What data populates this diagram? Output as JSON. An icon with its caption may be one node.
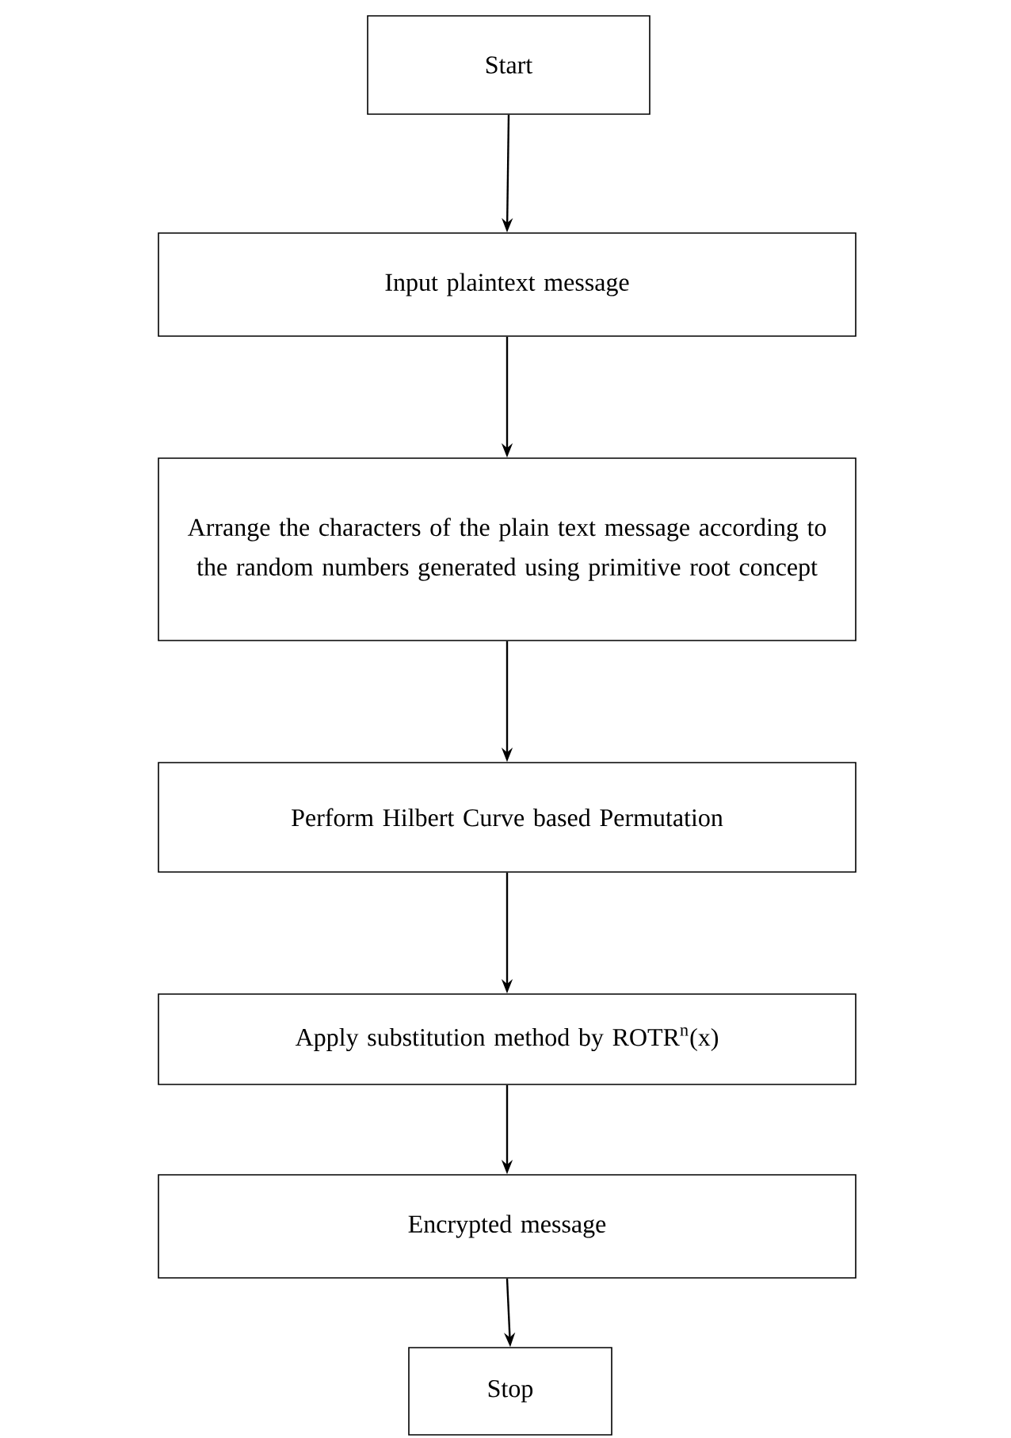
{
  "diagram": {
    "nodes": [
      {
        "text": [
          "Start"
        ]
      },
      {
        "text": [
          "Input plaintext message"
        ]
      },
      {
        "text": [
          "Arrange the characters of the plain text message according to the random numbers generated using primitive root concept"
        ]
      },
      {
        "text": [
          "Perform Hilbert Curve based Permutation"
        ]
      },
      {
        "text": [
          "Apply substitution method by ROTR$^{n}$(x)"
        ]
      },
      {
        "text": [
          "Encrypted message"
        ]
      },
      {
        "text": [
          "Stop"
        ]
      }
    ],
    "edges": [
      {
        "from": 0,
        "to": 1,
        "arrow": "to"
      },
      {
        "from": 1,
        "to": 2,
        "arrow": "to"
      },
      {
        "from": 2,
        "to": 3,
        "arrow": "to"
      },
      {
        "from": 3,
        "to": 4,
        "arrow": "to"
      },
      {
        "from": 4,
        "to": 5,
        "arrow": "to"
      },
      {
        "from": 5,
        "to": 6,
        "arrow": "to"
      }
    ]
  }
}
